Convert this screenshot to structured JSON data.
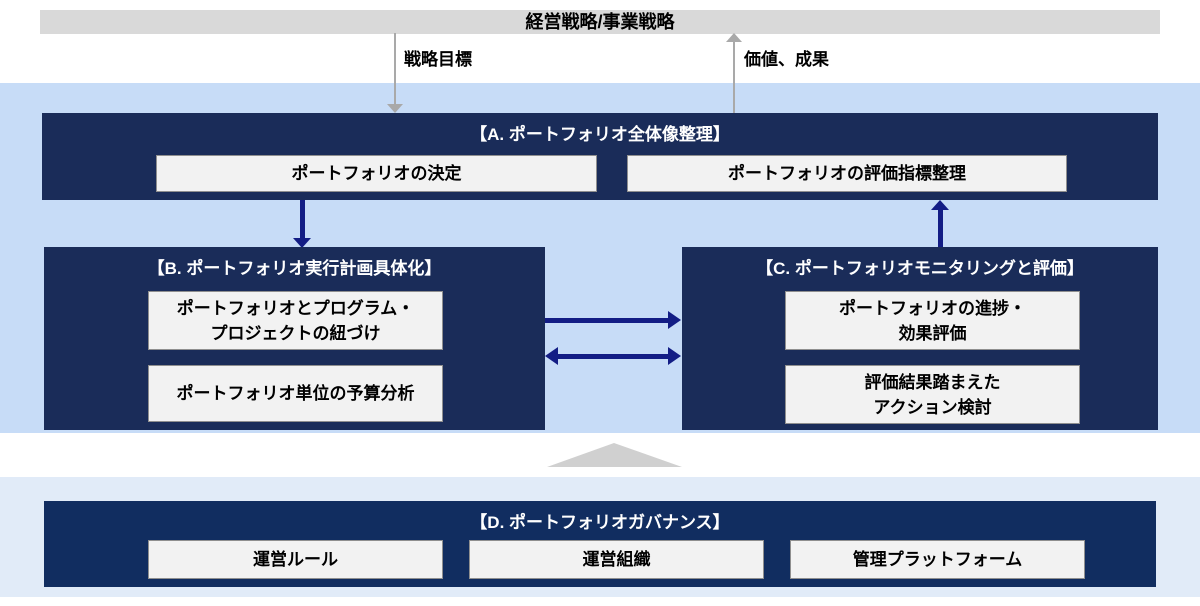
{
  "top": {
    "strategy_bar_label": "経営戦略/事業戦略",
    "down_arrow_label": "戦略目標",
    "up_arrow_label": "価値、成果"
  },
  "sections": {
    "a": {
      "title": "【A. ポートフォリオ全体像整理】",
      "items": [
        "ポートフォリオの決定",
        "ポートフォリオの評価指標整理"
      ]
    },
    "b": {
      "title": "【B. ポートフォリオ実行計画具体化】",
      "items": [
        "ポートフォリオとプログラム・\nプロジェクトの紐づけ",
        "ポートフォリオ単位の予算分析"
      ]
    },
    "c": {
      "title": "【C. ポートフォリオモニタリングと評価】",
      "items": [
        "ポートフォリオの進捗・\n効果評価",
        "評価結果踏まえた\nアクション検討"
      ]
    },
    "d": {
      "title": "【D. ポートフォリオガバナンス】",
      "items": [
        "運営ルール",
        "運営組織",
        "管理プラットフォーム"
      ]
    }
  },
  "colors": {
    "navy_box": "#1a2c59",
    "navy_box_d": "#112d60",
    "arrow_blue": "#131d85",
    "gray_bar": "#d9d9d9",
    "gray_arrow": "#a9a9a9",
    "upper_zone_bg": "#c7dcf7",
    "lower_zone_bg": "#e1ebf8",
    "white_box_bg": "#f2f2f2",
    "triangle_gray": "#d0d0d0"
  }
}
